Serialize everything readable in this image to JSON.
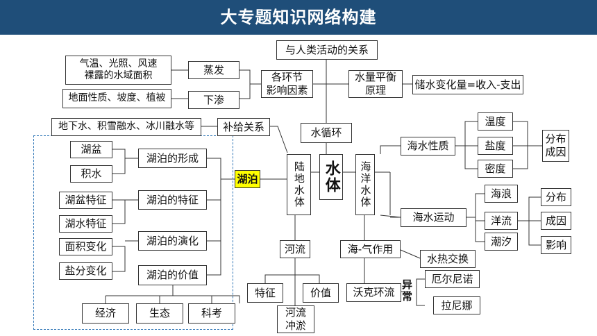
{
  "header": {
    "title": "大专题知识网络构建"
  },
  "colors": {
    "header_bg": "#1f4e79",
    "highlight": "#ffff00",
    "dashed_border": "#2e75b6"
  },
  "nodes": {
    "human_activity": "与人类活动的关系",
    "temp_light": "气温、光照、风速\n裸露的水域面积",
    "evaporation": "蒸发",
    "factors": "各环节\n影响因素",
    "surface": "地面性质、坡度、植被",
    "infiltration": "下渗",
    "water_balance": "水量平衡\n原理",
    "storage_change": "储水变化量=收入-支出",
    "recharge_src": "地下水、积雪融水、冰川融水等",
    "recharge": "补给关系",
    "water_cycle": "水循环",
    "water_body": "水体",
    "land_water": "陆地水体",
    "ocean_water": "海洋水体",
    "lake": "湖泊",
    "basin": "湖盆",
    "water": "积水",
    "lake_formation": "湖泊的形成",
    "basin_feature": "湖盆特征",
    "water_feature": "湖水特征",
    "lake_feature": "湖泊的特征",
    "area_change": "面积变化",
    "salt_change": "盐分变化",
    "lake_evolution": "湖泊的演化",
    "lake_value": "湖泊的价值",
    "economy": "经济",
    "ecology": "生态",
    "research": "科考",
    "river": "河流",
    "river_feature": "特征",
    "river_value": "价值",
    "river_silt": "河流\n冲淤",
    "seawater_props": "海水性质",
    "temperature": "温度",
    "salinity": "盐度",
    "density": "密度",
    "distribution_cause": "分布\n成因",
    "seawater_motion": "海水运动",
    "waves": "海浪",
    "currents": "洋流",
    "tides": "潮汐",
    "distribution": "分布",
    "cause": "成因",
    "influence": "影响",
    "air_sea": "海-气作用",
    "heat_exchange": "水热交换",
    "walker": "沃克环流",
    "anomaly": "异常",
    "el_nino": "厄尔尼诺",
    "la_nina": "拉尼娜"
  }
}
